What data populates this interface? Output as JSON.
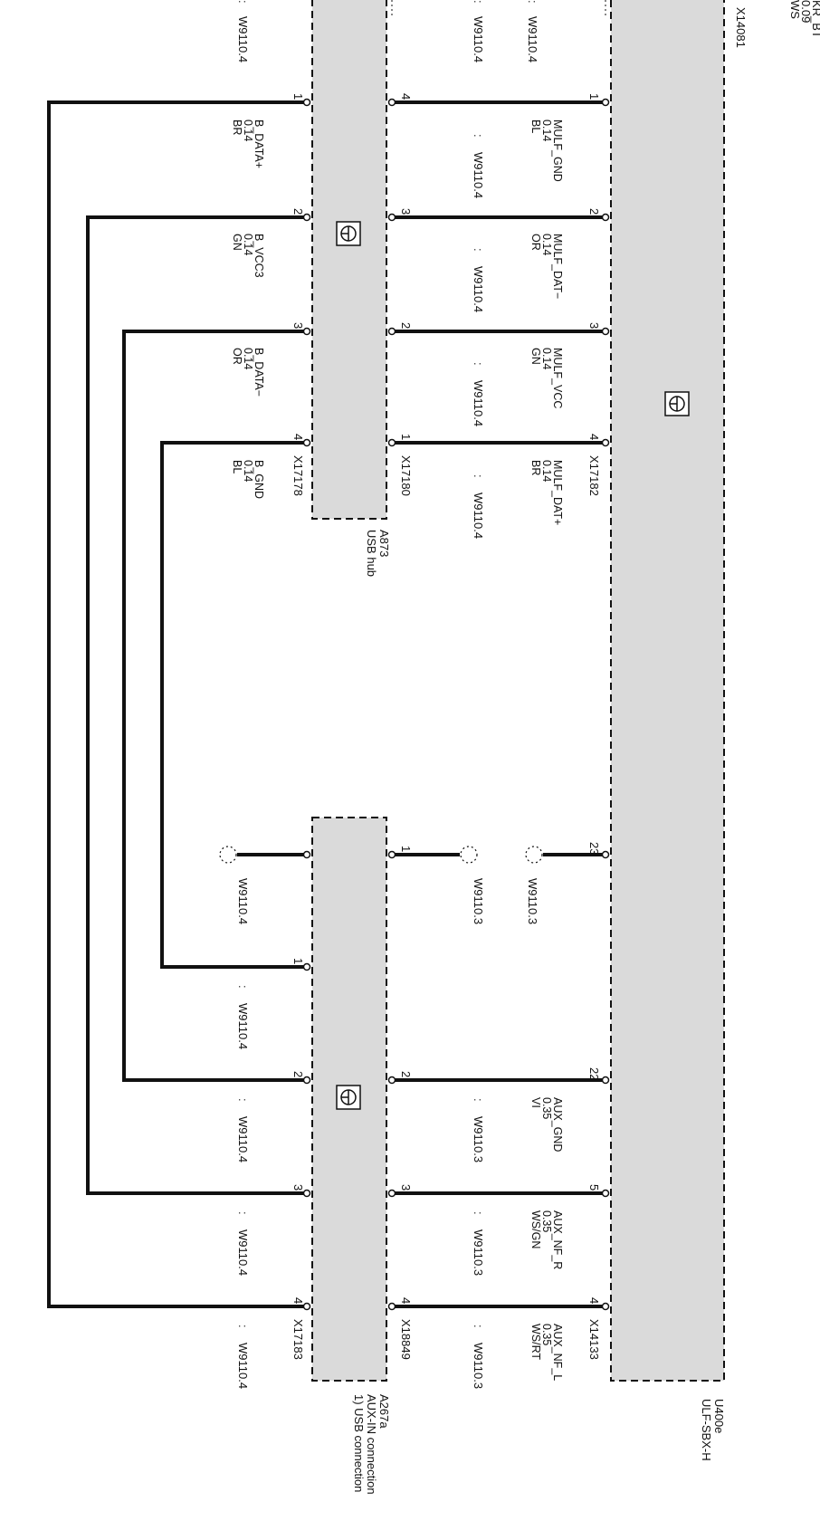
{
  "top_fragment": {
    "lines": [
      "KR_BT",
      "0.09",
      "WS"
    ],
    "connector": "X14081"
  },
  "devices": {
    "u400e": {
      "id": "U400e",
      "name": "ULF-SBX-H"
    },
    "a873": {
      "id": "A873",
      "name": "USB hub"
    },
    "a267a": {
      "id": "A267a",
      "name": "AUX-IN connection",
      "note": "1) USB connection"
    }
  },
  "connectors": {
    "x17182": "X17182",
    "x17180": "X17180",
    "x17178": "X17178",
    "x14133": "X14133",
    "x18849": "X18849",
    "x17183": "X17183"
  },
  "harness": {
    "w4": "W9110.4",
    "w3": "W9110.3"
  },
  "pins": {
    "p1": "1",
    "p2": "2",
    "p3": "3",
    "p4": "4",
    "p5": "5",
    "p22": "22",
    "p23": "23"
  },
  "sep": ":",
  "upper_wires": [
    {
      "name": "MULF_GND",
      "size": "0.14",
      "color": "BL"
    },
    {
      "name": "MULF_DAT−",
      "size": "0.14",
      "color": "OR"
    },
    {
      "name": "MULF_VCC",
      "size": "0.14",
      "color": "GN"
    },
    {
      "name": "MULF_DAT+",
      "size": "0.14",
      "color": "BR"
    }
  ],
  "hub_wires": [
    {
      "name": "B_DATA+",
      "size": "0.14",
      "color": "BR"
    },
    {
      "name": "B_VCC3",
      "size": "0.14",
      "color": "GN"
    },
    {
      "name": "B_DATA−",
      "size": "0.14",
      "color": "OR"
    },
    {
      "name": "B_GND",
      "size": "0.14",
      "color": "BL"
    }
  ],
  "aux_wires": [
    {
      "name": "AUX_GND",
      "size": "0.35",
      "color": "VI"
    },
    {
      "name": "AUX_NF_R",
      "size": "0.35",
      "color": "WS/GN"
    },
    {
      "name": "AUX_NF_L",
      "size": "0.35",
      "color": "WS/RT"
    }
  ],
  "colors": {
    "box_fill": "#dadada",
    "line": "#111111"
  }
}
